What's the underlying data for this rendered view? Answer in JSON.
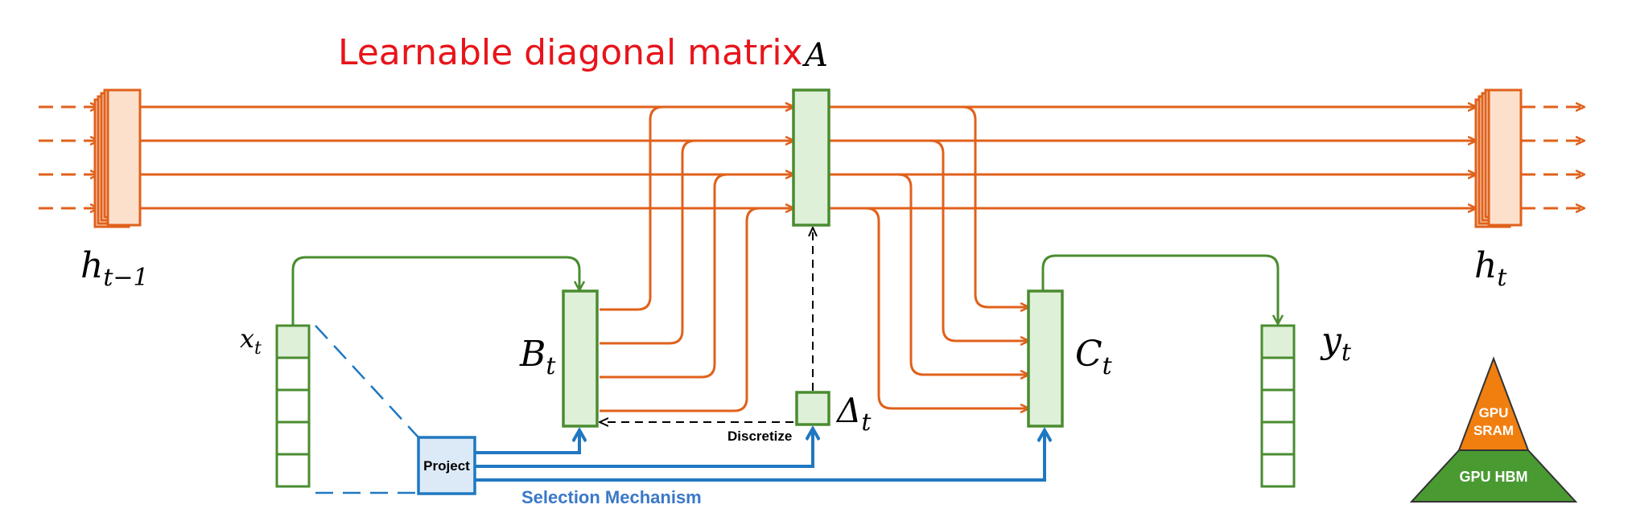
{
  "title": "Learnable diagonal matrix",
  "labels": {
    "A": "A",
    "h_prev": {
      "base": "h",
      "sub": "t−1"
    },
    "h_t": {
      "base": "h",
      "sub": "t"
    },
    "x_t": {
      "base": "x",
      "sub": "t"
    },
    "y_t": {
      "base": "y",
      "sub": "t"
    },
    "B_t": {
      "base": "B",
      "sub": "t"
    },
    "C_t": {
      "base": "C",
      "sub": "t"
    },
    "delta_t": {
      "base": "Δ",
      "sub": "t"
    },
    "project": "Project",
    "discretize": "Discretize",
    "selection": "Selection Mechanism"
  },
  "pyramid": {
    "top": [
      "GPU",
      "SRAM"
    ],
    "bottom": "GPU HBM"
  },
  "colors": {
    "orange": "#e0611b",
    "orange_fill": "#fde0cc",
    "green": "#4a8c30",
    "green_fill": "#dff0d8",
    "blue": "#1f78c1",
    "blue_fill": "#dce9f7",
    "title_red": "#e8141b",
    "pyr_orange": "#f07f0f",
    "pyr_green": "#4a9a32"
  }
}
